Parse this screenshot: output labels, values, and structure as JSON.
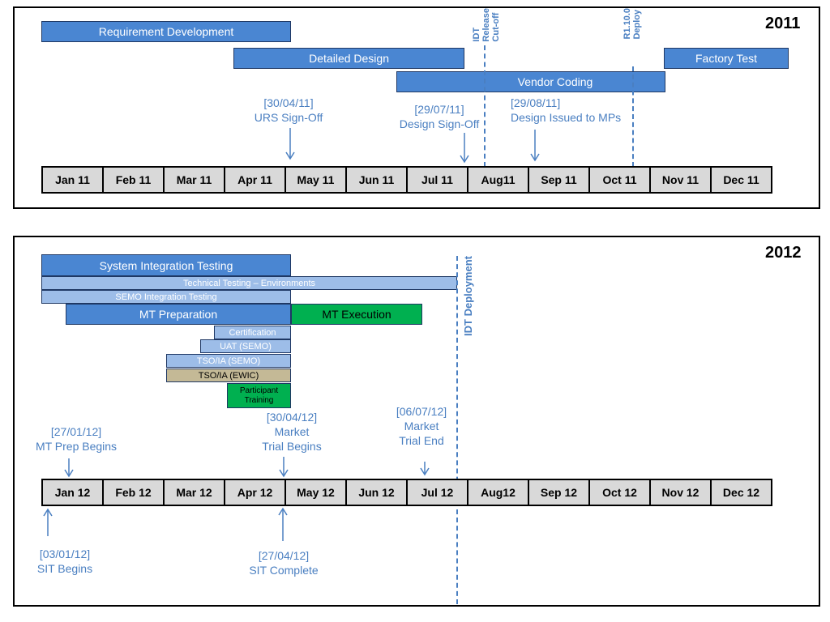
{
  "y2011": {
    "year": "2011",
    "months": [
      "Jan 11",
      "Feb 11",
      "Mar 11",
      "Apr 11",
      "May 11",
      "Jun 11",
      "Jul 11",
      "Aug11",
      "Sep 11",
      "Oct 11",
      "Nov 11",
      "Dec 11"
    ],
    "bars": {
      "requirement_development": "Requirement Development",
      "detailed_design": "Detailed Design",
      "vendor_coding": "Vendor Coding",
      "factory_test": "Factory Test"
    },
    "milestones": {
      "urs_date": "[30/04/11]",
      "urs_label": "URS Sign-Off",
      "design_date": "[29/07/11]",
      "design_label": "Design Sign-Off",
      "issued_date": "[29/08/11]",
      "issued_label": "Design Issued to MPs"
    },
    "markers": {
      "idt_line1": "IDT",
      "idt_line2": "Release",
      "idt_line3": "Cut-off",
      "r_line1": "R1.10.0",
      "r_line2": "Deploy"
    }
  },
  "y2012": {
    "year": "2012",
    "months": [
      "Jan 12",
      "Feb 12",
      "Mar 12",
      "Apr 12",
      "May 12",
      "Jun 12",
      "Jul 12",
      "Aug12",
      "Sep 12",
      "Oct 12",
      "Nov 12",
      "Dec 12"
    ],
    "bars": {
      "sit": "System Integration Testing",
      "technical": "Technical Testing –  Environments",
      "semo_integration": "SEMO Integration Testing",
      "mt_preparation": "MT Preparation",
      "mt_execution": "MT Execution",
      "certification": "Certification",
      "uat": "UAT (SEMO)",
      "tso_semo": "TSO/IA (SEMO)",
      "tso_ewic": "TSO/IA (EWIC)",
      "participant_line1": "Participant",
      "participant_line2": "Training"
    },
    "milestones": {
      "mtprep_date": "[27/01/12]",
      "mtprep_label": "MT Prep Begins",
      "trial_begin_date": "[30/04/12]",
      "trial_begin_l1": "Market",
      "trial_begin_l2": "Trial Begins",
      "trial_end_date": "[06/07/12]",
      "trial_end_l1": "Market",
      "trial_end_l2": "Trial End",
      "sit_begin_date": "[03/01/12]",
      "sit_begin_label": "SIT Begins",
      "sit_complete_date": "[27/04/12]",
      "sit_complete_label": "SIT Complete"
    },
    "markers": {
      "idt_deployment": "IDT Deployment"
    }
  }
}
